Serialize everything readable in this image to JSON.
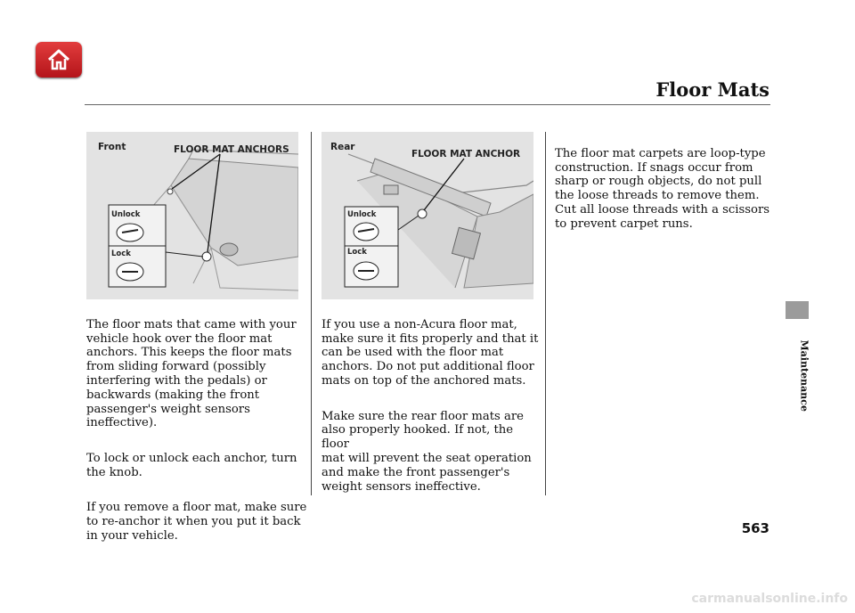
{
  "header": {
    "title": "Floor Mats"
  },
  "figures": {
    "front": {
      "view": "Front",
      "anchor_label": "FLOOR MAT ANCHORS",
      "unlock": "Unlock",
      "lock": "Lock"
    },
    "rear": {
      "view": "Rear",
      "anchor_label": "FLOOR MAT ANCHOR",
      "unlock": "Unlock",
      "lock": "Lock"
    }
  },
  "column1": {
    "p1": "The floor mats that came with your\nvehicle hook over the floor mat\nanchors. This keeps the floor mats\nfrom sliding forward (possibly\ninterfering with the pedals) or\nbackwards (making the front\npassenger's weight sensors\nineffective).",
    "p2": "To lock or unlock each anchor, turn\nthe knob.",
    "p3": "If you remove a floor mat, make sure\nto re-anchor it when you put it back\nin your vehicle."
  },
  "column2": {
    "p1": "If you use a non-Acura floor mat,\nmake sure it fits properly and that it\ncan be used with the floor mat\nanchors. Do not put additional floor\nmats on top of the anchored mats.",
    "p2": "Make sure the rear floor mats are\nalso properly hooked. If not, the floor\nmat will prevent the seat operation\nand make the front passenger's\nweight sensors ineffective."
  },
  "column3": {
    "p1": "The floor mat carpets are loop-type\nconstruction. If snags occur from\nsharp or rough objects, do not pull\nthe loose threads to remove them.\nCut all loose threads with a scissors\nto prevent carpet runs."
  },
  "sidebar": {
    "section": "Maintenance"
  },
  "footer": {
    "page_number": "563",
    "watermark": "carmanualsonline.info"
  },
  "colors": {
    "home_button": "#c8252b",
    "figure_bg": "#e3e3e3"
  },
  "icons": {
    "home": "home-icon"
  }
}
